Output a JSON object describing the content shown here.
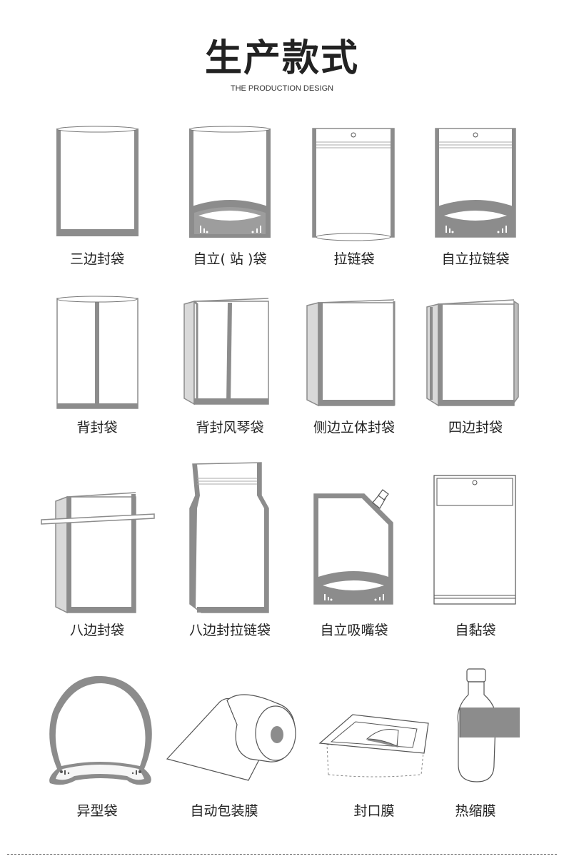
{
  "header": {
    "title": "生产款式",
    "subtitle": "THE PRODUCTION DESIGN"
  },
  "colors": {
    "border_gray": "#8c8c8c",
    "line_dark": "#555555",
    "text": "#222222"
  },
  "items": [
    {
      "label": "三边封袋",
      "icon": "three-side-seal-bag-icon"
    },
    {
      "label": "自立( 站 )袋",
      "icon": "stand-up-pouch-icon"
    },
    {
      "label": "拉链袋",
      "icon": "zipper-bag-icon"
    },
    {
      "label": "自立拉链袋",
      "icon": "stand-up-zipper-bag-icon"
    },
    {
      "label": "背封袋",
      "icon": "back-seal-bag-icon"
    },
    {
      "label": "背封风琴袋",
      "icon": "back-seal-gusset-bag-icon"
    },
    {
      "label": "侧边立体封袋",
      "icon": "side-gusset-bag-icon"
    },
    {
      "label": "四边封袋",
      "icon": "four-side-seal-bag-icon"
    },
    {
      "label": "八边封袋",
      "icon": "eight-side-seal-bag-icon"
    },
    {
      "label": "八边封拉链袋",
      "icon": "eight-side-zipper-bag-icon"
    },
    {
      "label": "自立吸嘴袋",
      "icon": "spout-pouch-icon"
    },
    {
      "label": "自黏袋",
      "icon": "self-adhesive-bag-icon"
    },
    {
      "label": "异型袋",
      "icon": "shaped-bag-icon"
    },
    {
      "label": "自动包装膜",
      "icon": "packaging-film-roll-icon"
    },
    {
      "label": "封口膜",
      "icon": "sealing-film-icon"
    },
    {
      "label": "热缩膜",
      "icon": "shrink-film-bottle-icon"
    }
  ]
}
